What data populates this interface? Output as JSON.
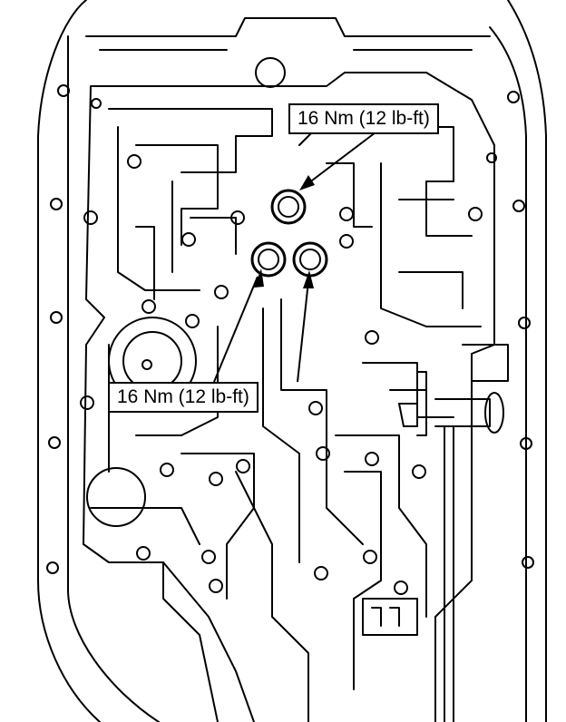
{
  "callouts": {
    "top_label": "16 Nm (12 lb-ft)",
    "bottom_label": "16 Nm (12 lb-ft)"
  },
  "colors": {
    "line": "#000000",
    "background": "#ffffff"
  },
  "bolt_count": 3
}
